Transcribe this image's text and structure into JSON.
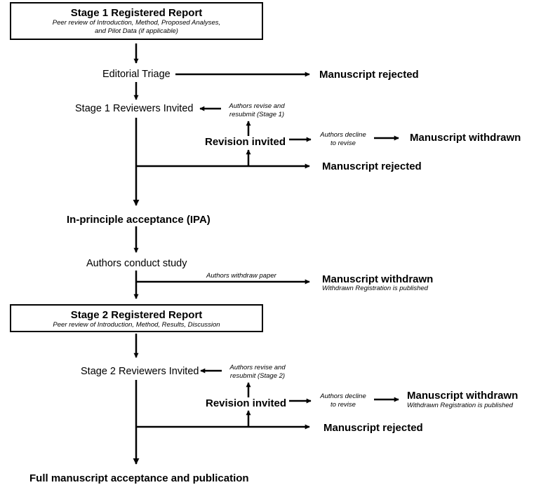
{
  "stage1_box": {
    "title": "Stage 1 Registered Report",
    "subtitle_line1": "Peer review of Introduction, Method, Proposed Analyses,",
    "subtitle_line2": "and Pilot Data (if applicable)"
  },
  "editorial_triage": "Editorial Triage",
  "rejected_triage": "Manuscript rejected",
  "stage1_reviewers": "Stage 1 Reviewers Invited",
  "stage1_resubmit": {
    "line1": "Authors revise and",
    "line2": "resubmit (Stage 1)"
  },
  "stage1_revision_invited": "Revision invited",
  "stage1_decline": {
    "line1": "Authors decline",
    "line2": "to revise"
  },
  "stage1_withdrawn": "Manuscript withdrawn",
  "stage1_rejected": "Manuscript rejected",
  "ipa": "In-principle acceptance (IPA)",
  "authors_conduct": "Authors conduct study",
  "authors_withdraw": "Authors withdraw paper",
  "withdrawn_after_ipa": {
    "title": "Manuscript withdrawn",
    "note": "Withdrawn Registration is published"
  },
  "stage2_box": {
    "title": "Stage 2 Registered Report",
    "subtitle": "Peer review of Introduction, Method, Results, Discussion"
  },
  "stage2_reviewers": "Stage 2 Reviewers Invited",
  "stage2_resubmit": {
    "line1": "Authors revise and",
    "line2": "resubmit (Stage 2)"
  },
  "stage2_revision_invited": "Revision invited",
  "stage2_decline": {
    "line1": "Authors decline",
    "line2": "to revise"
  },
  "stage2_withdrawn": {
    "title": "Manuscript withdrawn",
    "note": "Withdrawn Registration is published"
  },
  "stage2_rejected": "Manuscript rejected",
  "final": "Full manuscript acceptance and publication"
}
